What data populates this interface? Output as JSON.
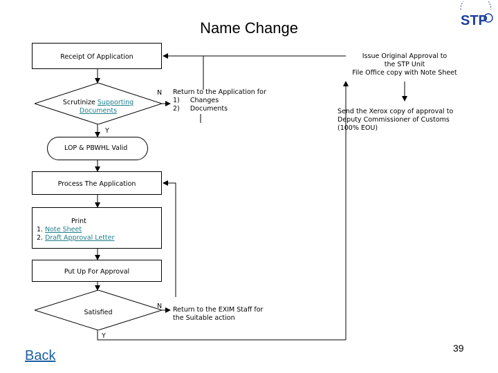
{
  "title": "Name Change",
  "logo": {
    "text": "STP",
    "icon": "stp-logo"
  },
  "nodes": {
    "receipt": "Receipt Of Application",
    "issue_line1": "Issue Original Approval to",
    "issue_line2": "the STP Unit",
    "issue_line3": "File Office copy with Note Sheet",
    "scrutinize_prefix": "Scrutinize ",
    "scrutinize_link": "Supporting",
    "scrutinize_link2": "Documents",
    "return1_line1": "Return to the Application for",
    "return1_line2": "1)     Changes",
    "return1_line3": "2)     Documents",
    "send_line1": "Send the Xerox copy of approval to",
    "send_line2": "Deputy Commissioner of Customs",
    "send_line3": "(100% EOU)",
    "lop": "LOP & PBWHL Valid",
    "process": "Process The Application",
    "print_title": "Print",
    "print_item1_num": "1. ",
    "print_item1_link": "Note Sheet",
    "print_item2_num": "2. ",
    "print_item2_link": "Draft Approval Letter",
    "putup": "Put Up For Approval",
    "satisfied": "Satisfied",
    "return2_line1": "Return to the EXIM Staff for",
    "return2_line2": "the Suitable action"
  },
  "labels": {
    "n1": "N",
    "y1": "Y",
    "n2": "N",
    "y2": "Y"
  },
  "footer": {
    "back": "Back",
    "page": "39"
  }
}
